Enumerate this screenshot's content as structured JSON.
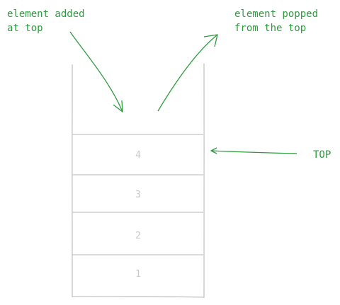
{
  "annotations": {
    "push_line1": "element added",
    "push_line2": "at top",
    "pop_line1": "element popped",
    "pop_line2": "from the top",
    "top_label": "TOP"
  },
  "stack": {
    "items": [
      "4",
      "3",
      "2",
      "1"
    ]
  },
  "colors": {
    "annotation": "#2e9a3e",
    "outline": "#c4c4c4",
    "cell_text": "#c9c9c9"
  }
}
